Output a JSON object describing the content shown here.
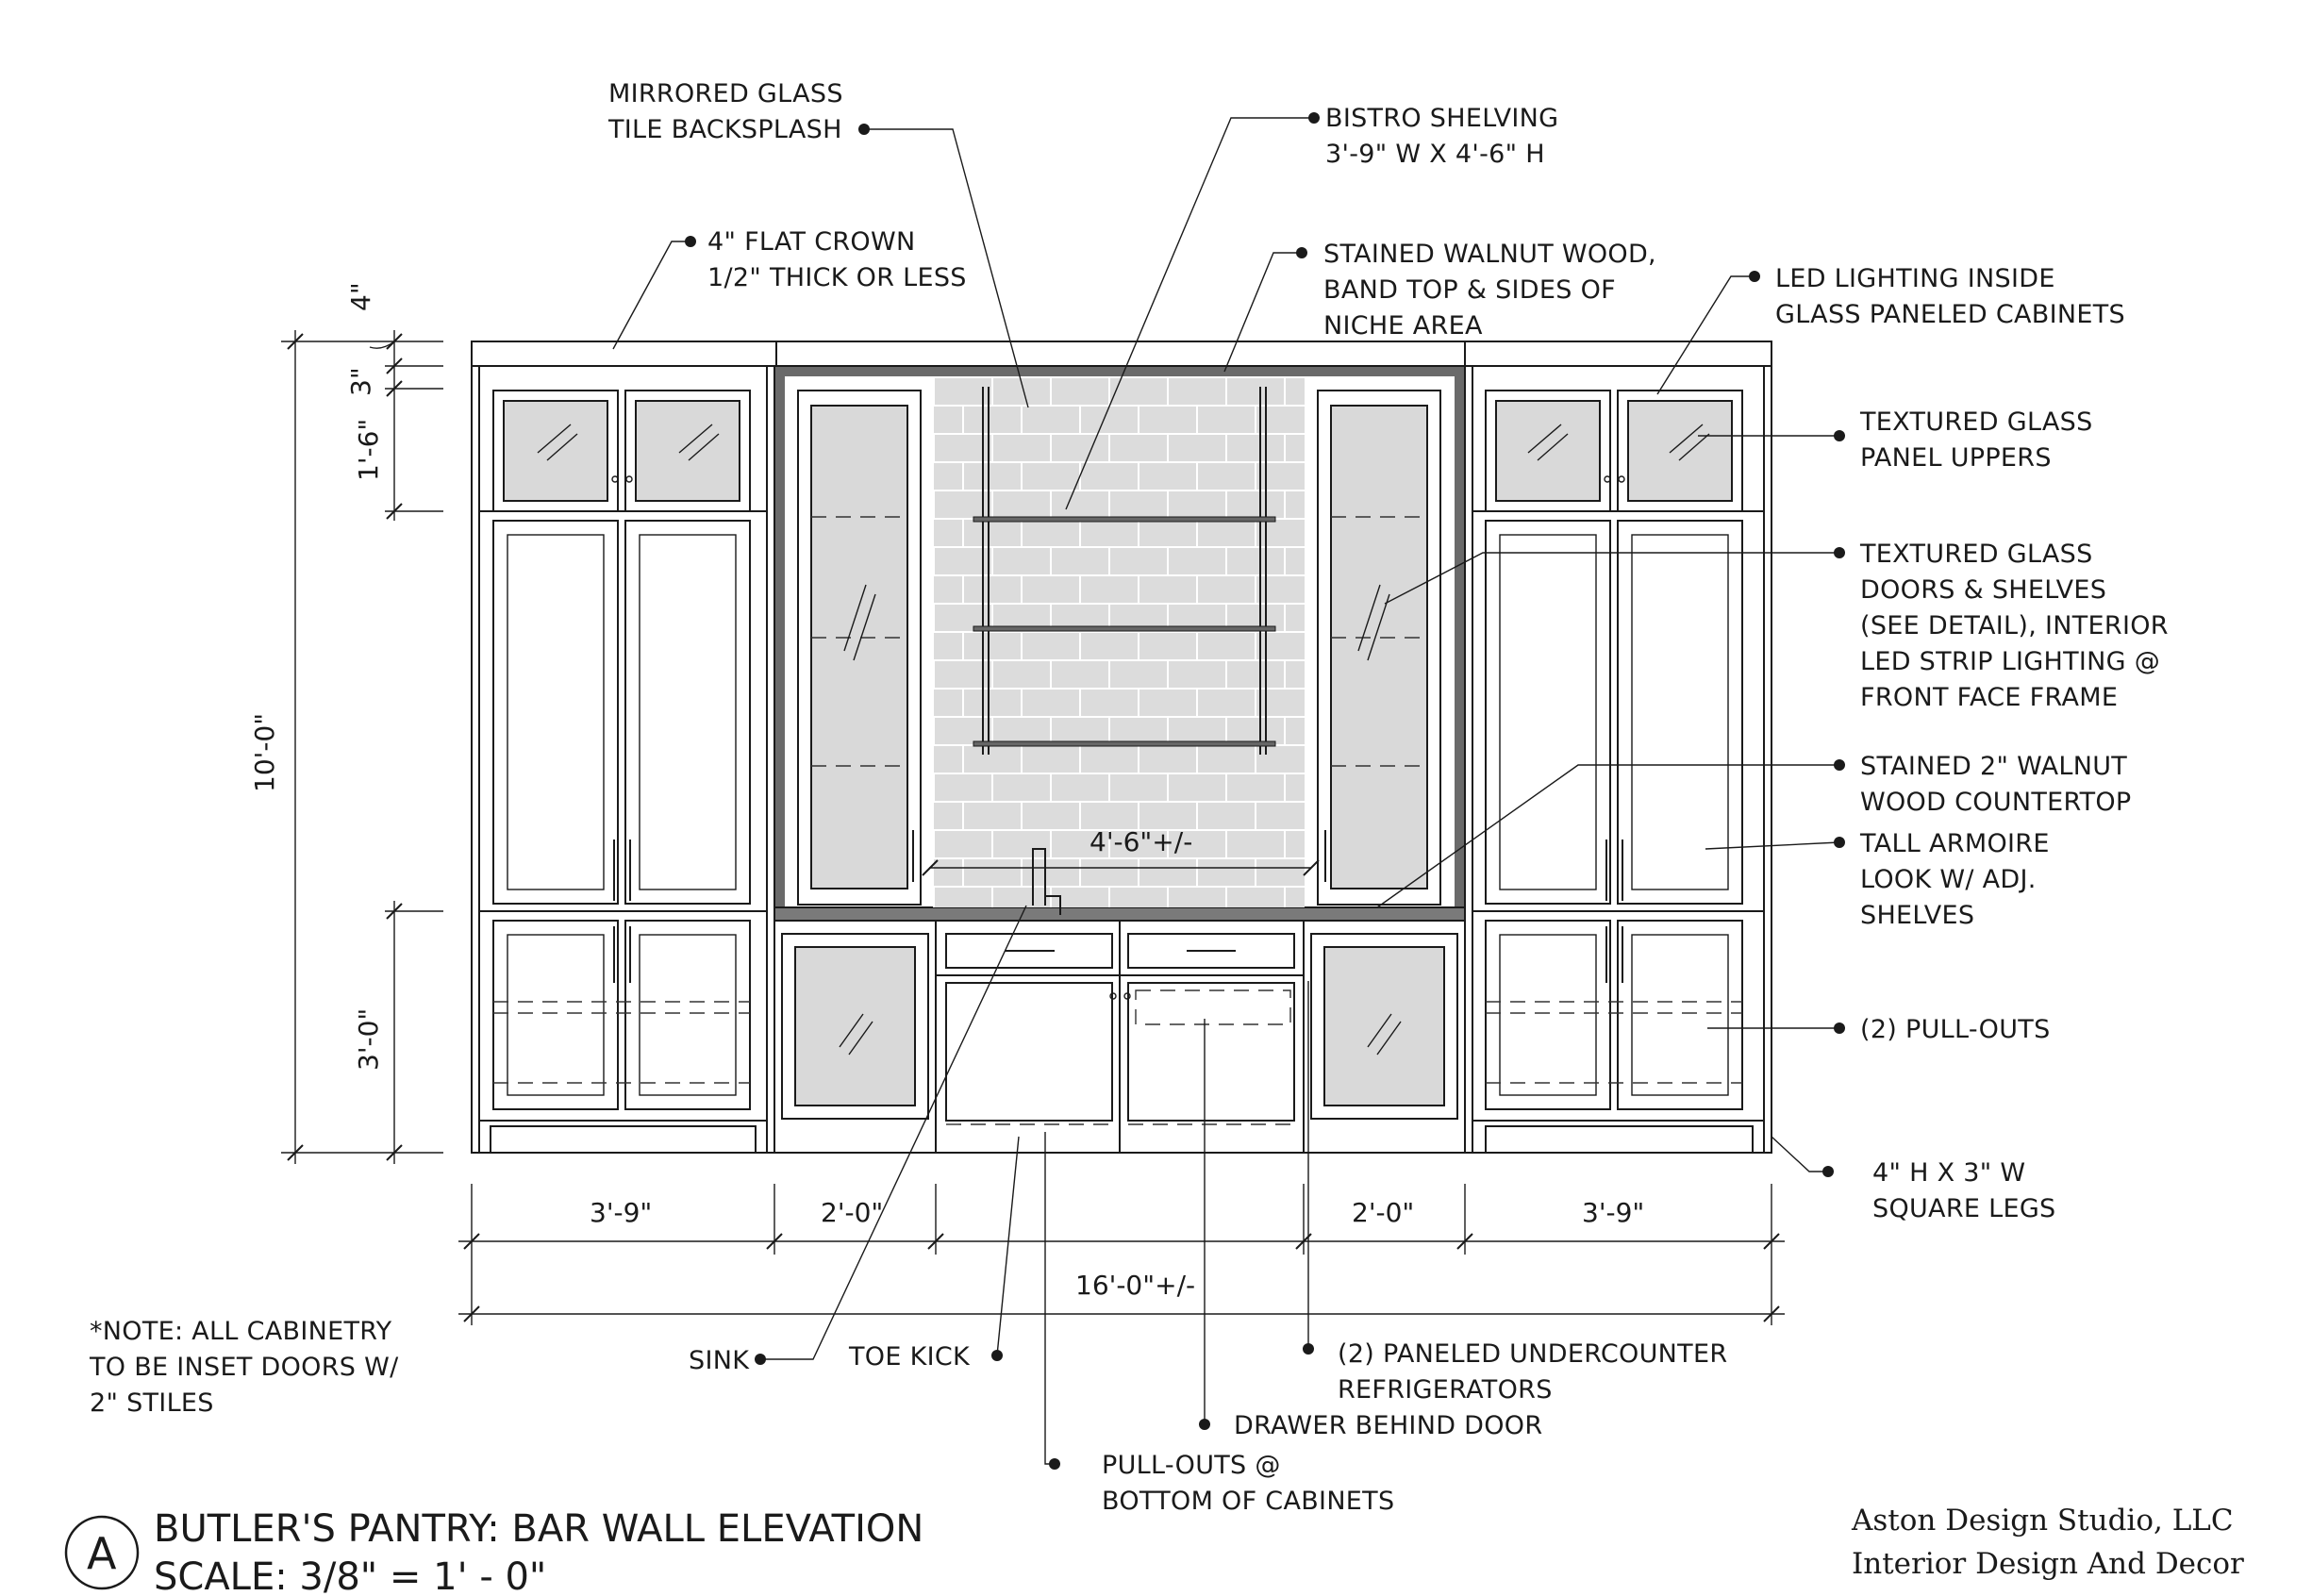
{
  "drawing": {
    "title_line1": "BUTLER'S PANTRY: BAR WALL ELEVATION",
    "title_line2": "SCALE: 3/8\" = 1' - 0\"",
    "view_marker": "A",
    "firm_line1": "Aston Design Studio, LLC",
    "firm_line2": "Interior Design And Decor"
  },
  "note": {
    "line1": "*NOTE: ALL CABINETRY",
    "line2": "TO BE INSET DOORS W/",
    "line3": "2\" STILES"
  },
  "callouts": {
    "backsplash": [
      "MIRRORED GLASS",
      "TILE BACKSPLASH"
    ],
    "bistro": [
      "BISTRO SHELVING",
      "3'-9\" W X 4'-6\" H"
    ],
    "crown": [
      "4\" FLAT CROWN",
      "1/2\" THICK OR LESS"
    ],
    "walnut_band": [
      "STAINED WALNUT WOOD,",
      "BAND TOP & SIDES OF",
      "NICHE AREA"
    ],
    "led": [
      "LED LIGHTING INSIDE",
      "GLASS PANELED CABINETS"
    ],
    "textured_uppers": [
      "TEXTURED GLASS",
      "PANEL UPPERS"
    ],
    "textured_doors": [
      "TEXTURED GLASS",
      "DOORS & SHELVES",
      "(SEE DETAIL), INTERIOR",
      "LED STRIP LIGHTING @",
      "FRONT FACE FRAME"
    ],
    "countertop": [
      "STAINED 2\" WALNUT",
      "WOOD COUNTERTOP"
    ],
    "armoire": [
      "TALL ARMOIRE",
      "LOOK W/ ADJ.",
      "SHELVES"
    ],
    "pullouts": [
      "(2) PULL-OUTS"
    ],
    "legs": [
      "4\" H X 3\" W",
      "SQUARE LEGS"
    ],
    "sink": [
      "SINK"
    ],
    "toe_kick": [
      "TOE KICK"
    ],
    "refrigerators": [
      "(2) PANELED UNDERCOUNTER",
      "REFRIGERATORS"
    ],
    "drawer": [
      "DRAWER BEHIND DOOR"
    ],
    "pullouts_bottom": [
      "PULL-OUTS @",
      "BOTTOM OF CABINETS"
    ]
  },
  "dimensions": {
    "crown_height": "4\"",
    "band": "3\"",
    "upper": "1'-6\"",
    "overall_height": "10'-0\"",
    "base_height": "3'-0\"",
    "niche_width": "4'-6\"+/-",
    "left_width": "3'-9\"",
    "left_mid_width": "2'-0\"",
    "right_mid_width": "2'-0\"",
    "right_width": "3'-9\"",
    "overall_width": "16'-0\"+/-"
  }
}
